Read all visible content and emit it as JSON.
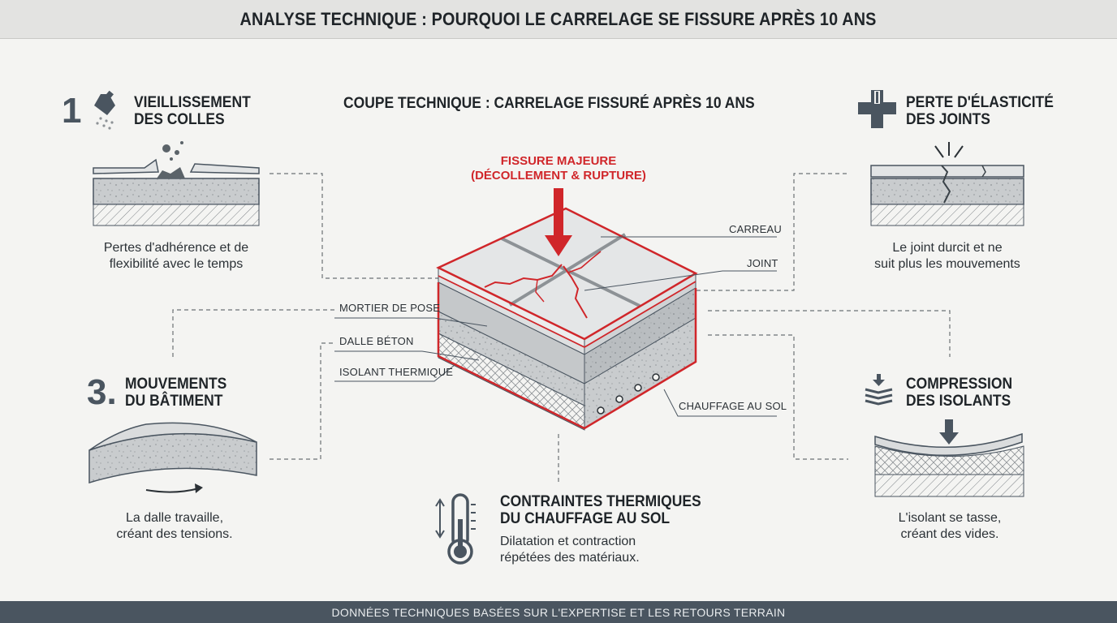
{
  "header": {
    "title": "ANALYSE TECHNIQUE : POURQUOI LE CARRELAGE SE FISSURE APRÈS 10 ANS"
  },
  "center": {
    "title": "COUPE TECHNIQUE : CARRELAGE FISSURÉ APRÈS 10 ANS",
    "crack_label_1": "FISSURE MAJEURE",
    "crack_label_2": "(DÉCOLLEMENT & RUPTURE)",
    "layers": {
      "carreau": "CARREAU",
      "joint": "JOINT",
      "mortier": "MORTIER DE POSE",
      "dalle": "DALLE BÉTON",
      "isolant": "ISOLANT THERMIQUE",
      "chauffage": "CHAUFFAGE AU SOL"
    }
  },
  "cause1": {
    "number": "1",
    "title_1": "VIEILLISSEMENT",
    "title_2": "DES COLLES",
    "desc_1": "Pertes d'adhérence et de",
    "desc_2": "flexibilité avec le temps"
  },
  "cause2": {
    "title_1": "PERTE D'ÉLASTICITÉ",
    "title_2": "DES JOINTS",
    "desc_1": "Le joint durcit et ne",
    "desc_2": "suit plus les mouvements"
  },
  "cause3": {
    "number": "3.",
    "title_1": "MOUVEMENTS",
    "title_2": "DU BÂTIMENT",
    "desc_1": "La dalle travaille,",
    "desc_2": "créant des tensions."
  },
  "cause4": {
    "title_1": "COMPRESSION",
    "title_2": "DES ISOLANTS",
    "desc_1": "L'isolant se tasse,",
    "desc_2": "créant des vides."
  },
  "cause5": {
    "title_1": "CONTRAINTES THERMIQUES",
    "title_2": "DU CHAUFFAGE AU SOL",
    "desc_1": "Dilatation et contraction",
    "desc_2": "répétées des matériaux."
  },
  "footer": {
    "text": "DONNÉES TECHNIQUES BASÉES SUR L'EXPERTISE ET LES RETOURS TERRAIN"
  },
  "colors": {
    "accent_red": "#d0262a",
    "slate": "#4a5560",
    "concrete": "#c9ccce"
  },
  "icons": [
    "glue-bottle-icon",
    "joint-cross-icon",
    "compression-icon",
    "thermometer-icon",
    "down-arrow-icon"
  ]
}
